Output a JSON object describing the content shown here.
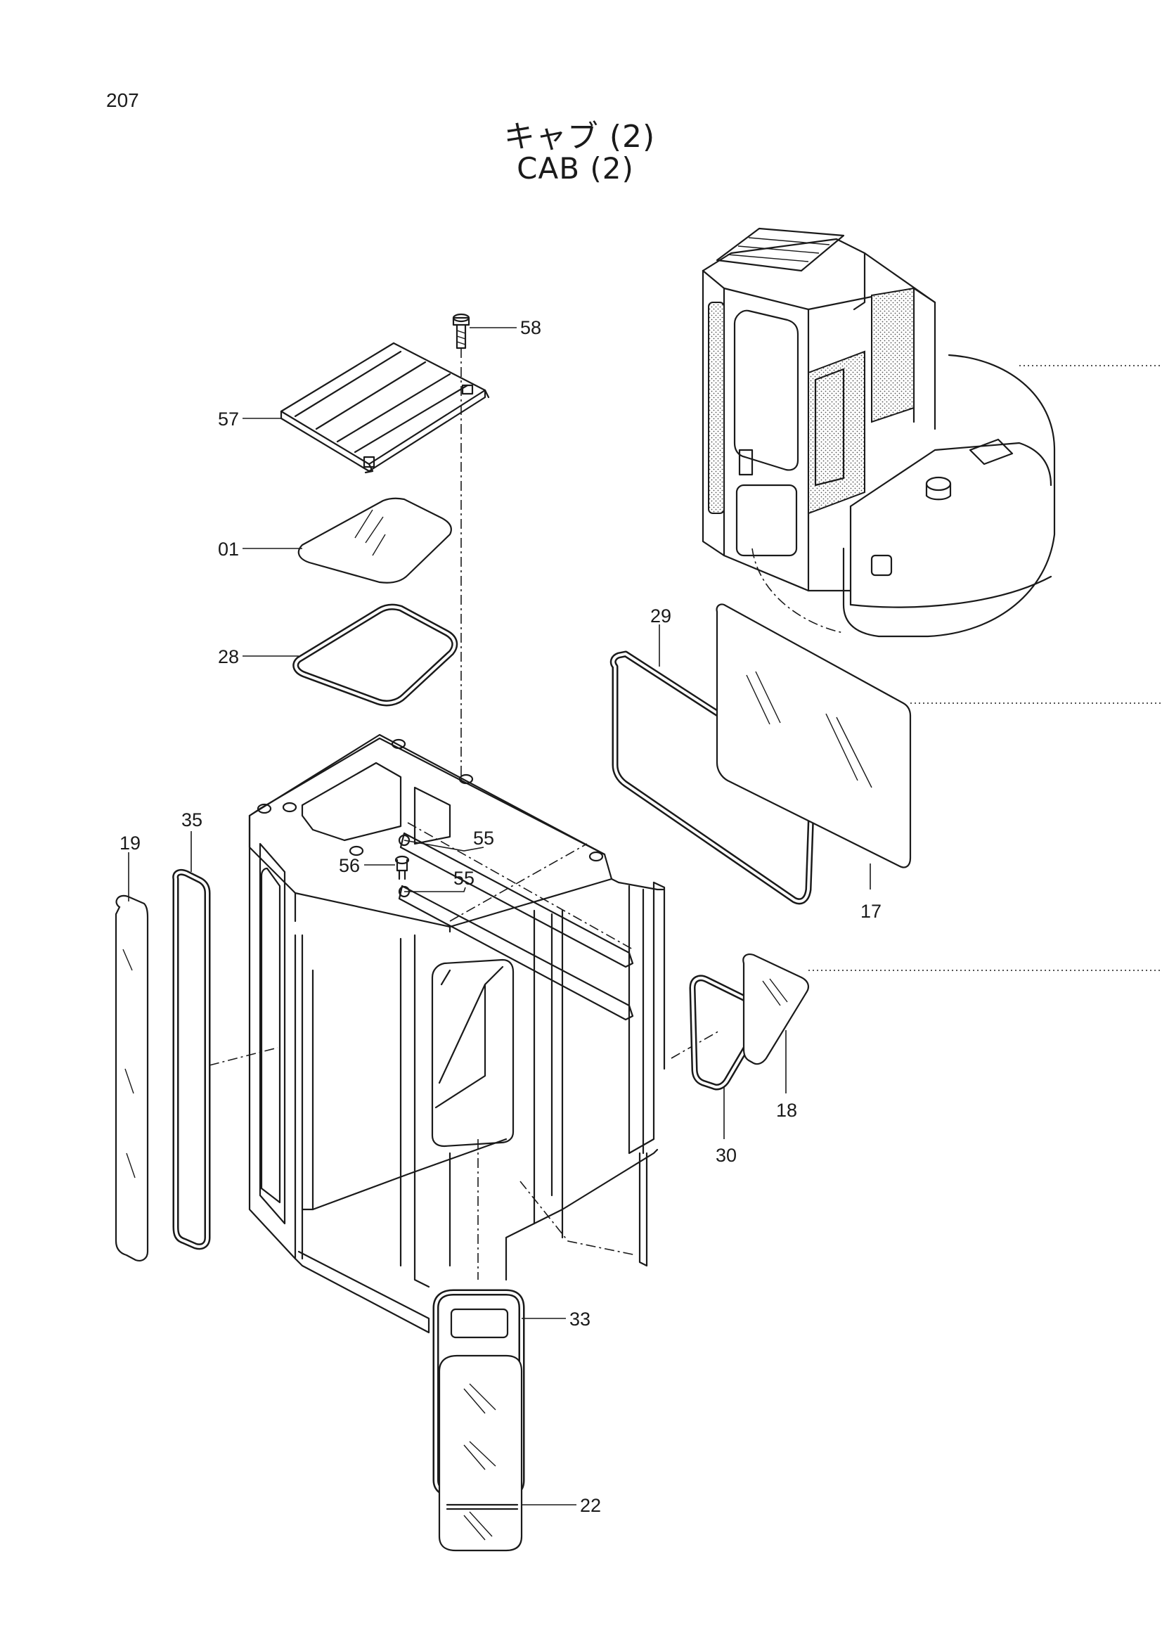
{
  "page_number": "207",
  "title_jp": "キャブ (2)",
  "title_en": "CAB (2)",
  "part_labels": {
    "p58": "58",
    "p57": "57",
    "p01": "01",
    "p28": "28",
    "p29": "29",
    "p17": "17",
    "p19": "19",
    "p35": "35",
    "p55a": "55",
    "p55b": "55",
    "p56": "56",
    "p30": "30",
    "p18": "18",
    "p33": "33",
    "p22": "22"
  }
}
